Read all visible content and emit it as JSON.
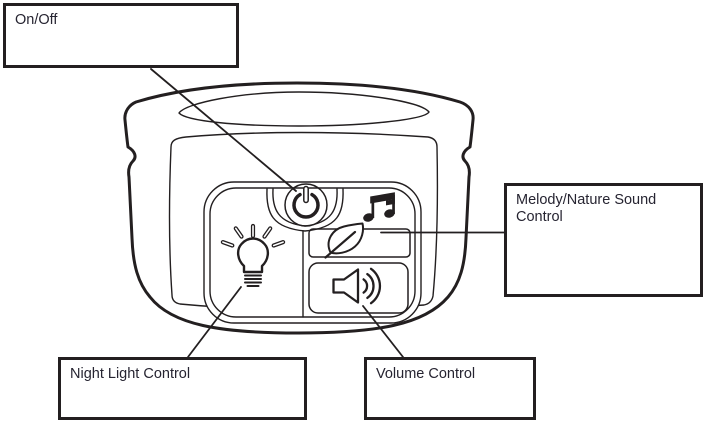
{
  "figure": {
    "title": "Device control panel callout diagram",
    "callouts": {
      "on_off": {
        "label": "On/Off"
      },
      "melody": {
        "label": "Melody/Nature Sound Control"
      },
      "night_light": {
        "label": "Night Light Control"
      },
      "volume": {
        "label": "Volume Control"
      }
    },
    "icons": [
      "power-icon",
      "music-note-icon",
      "leaf-icon",
      "light-bulb-icon",
      "speaker-icon"
    ],
    "colors": {
      "line": "#231f20",
      "text": "#262431",
      "background": "#ffffff"
    }
  }
}
